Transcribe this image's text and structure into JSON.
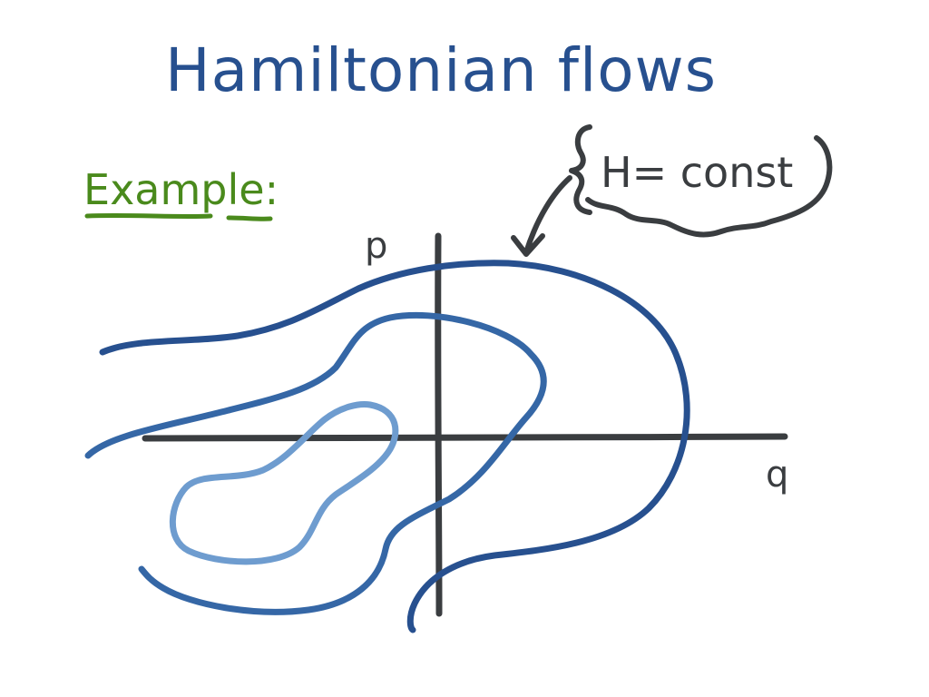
{
  "title": "Hamiltonian flows",
  "example_label": "Example:",
  "axes": {
    "vertical_label": "p",
    "horizontal_label": "q"
  },
  "annotation": {
    "text": "H= const"
  },
  "colors": {
    "title": "#27508f",
    "example": "#4a8a1c",
    "axes": "#3a3d40",
    "outer_curve": "#27508f",
    "middle_curve": "#3567a6",
    "inner_curve": "#6e9ccf",
    "annotation": "#3a3d40"
  },
  "icons": {
    "arrow": "arrow-icon",
    "brace": "curly-brace-icon",
    "cloud": "cloud-outline-icon"
  }
}
